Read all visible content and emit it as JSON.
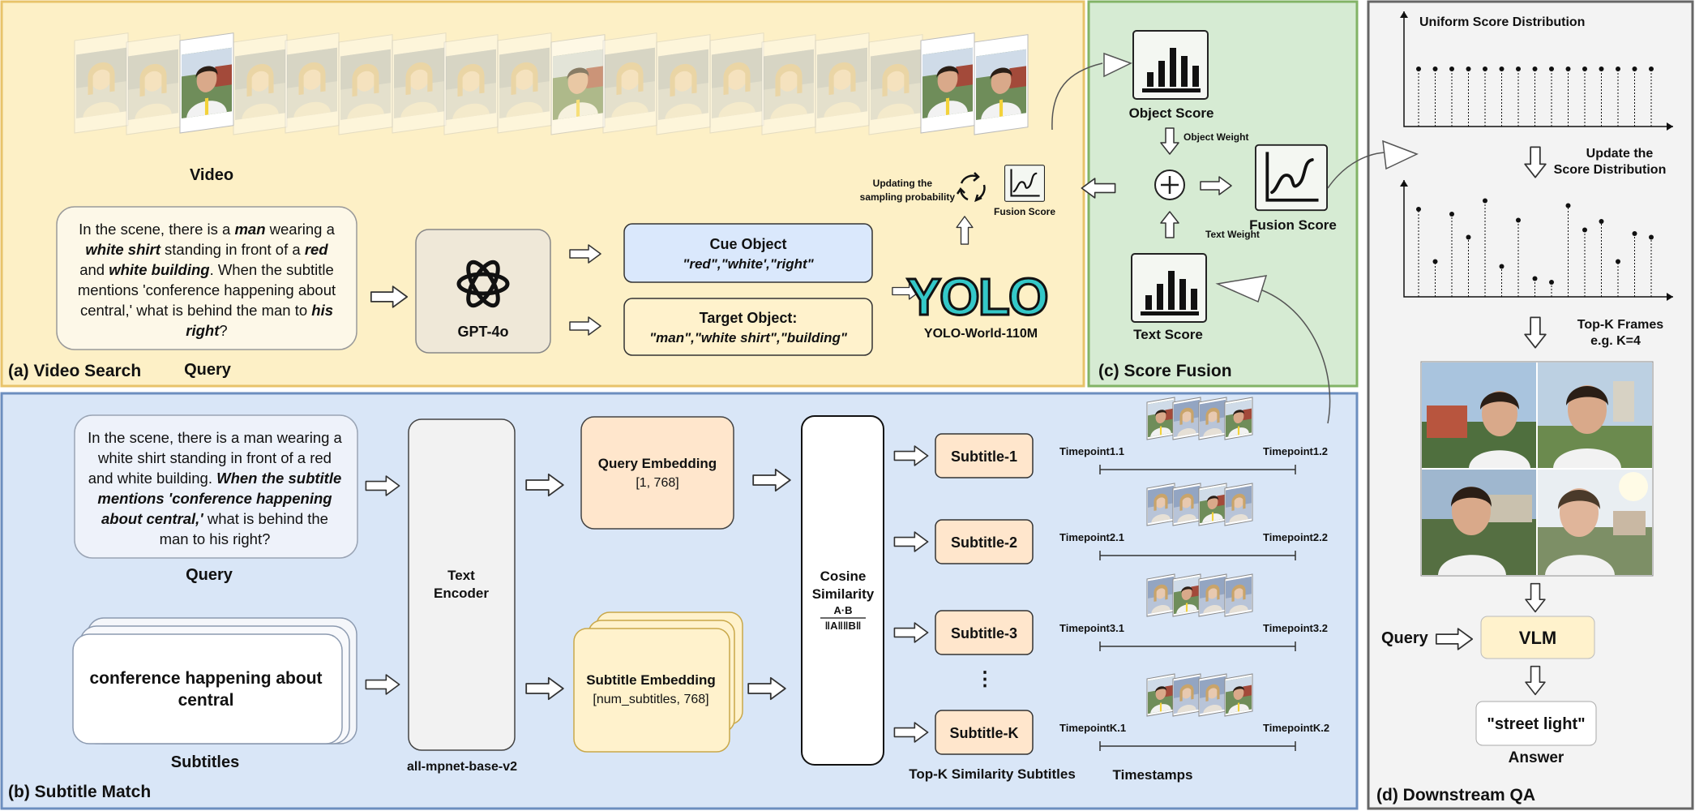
{
  "panels": {
    "a": "(a) Video Search",
    "b": "(b) Subtitle Match",
    "c": "(c) Score Fusion",
    "d": "(d) Downstream QA"
  },
  "video_search": {
    "video_label": "Video",
    "query_label": "Query",
    "query_lines": [
      [
        {
          "t": "In the scene, there is a ",
          "s": "n"
        },
        {
          "t": "man",
          "s": "bi"
        },
        {
          "t": " wearing a",
          "s": "n"
        }
      ],
      [
        {
          "t": "white shirt",
          "s": "bi"
        },
        {
          "t": " standing in front of a ",
          "s": "n"
        },
        {
          "t": "red",
          "s": "bi"
        }
      ],
      [
        {
          "t": "and ",
          "s": "n"
        },
        {
          "t": "white building",
          "s": "bi"
        },
        {
          "t": ". When the subtitle",
          "s": "n"
        }
      ],
      [
        {
          "t": "mentions 'conference happening about",
          "s": "n"
        }
      ],
      [
        {
          "t": "central,' what is behind the man to ",
          "s": "n"
        },
        {
          "t": "his",
          "s": "bi"
        }
      ],
      [
        {
          "t": "right",
          "s": "bi"
        },
        {
          "t": "?",
          "s": "n"
        }
      ]
    ],
    "gpt_label": "GPT-4o",
    "cue_object_title": "Cue Object",
    "cue_object_value": "\"red\",\"white',\"right\"",
    "target_object_title": "Target Object:",
    "target_object_value": "\"man\",\"white shirt\",\"building\"",
    "yolo_logo": "YOLO",
    "yolo_label": "YOLO-World-110M",
    "updating_line1": "Updating the",
    "updating_line2": "sampling probability",
    "fusion_score_small": "Fusion Score"
  },
  "score_fusion": {
    "object_score": "Object Score",
    "object_weight": "Object Weight",
    "text_weight": "Text Weight",
    "text_score": "Text Score",
    "fusion_score": "Fusion Score"
  },
  "subtitle_match": {
    "query_lines": [
      [
        {
          "t": "In the scene, there is a man wearing a",
          "s": "n"
        }
      ],
      [
        {
          "t": "white shirt standing in front of a red",
          "s": "n"
        }
      ],
      [
        {
          "t": "and white building. ",
          "s": "n"
        },
        {
          "t": "When the subtitle",
          "s": "bi"
        }
      ],
      [
        {
          "t": "mentions 'conference happening",
          "s": "bi"
        }
      ],
      [
        {
          "t": "about central,'",
          "s": "bi"
        },
        {
          "t": " what is behind the",
          "s": "n"
        }
      ],
      [
        {
          "t": "man to his right?",
          "s": "n"
        }
      ]
    ],
    "query_label": "Query",
    "subtitle_text_line1": "conference happening about",
    "subtitle_text_line2": "central",
    "subtitles_label": "Subtitles",
    "encoder_line1": "Text",
    "encoder_line2": "Encoder",
    "encoder_model": "all-mpnet-base-v2",
    "query_embedding_title": "Query Embedding",
    "query_embedding_shape": "[1, 768]",
    "subtitle_embedding_title": "Subtitle Embedding",
    "subtitle_embedding_shape": "[num_subtitles, 768]",
    "cosine_line1": "Cosine",
    "cosine_line2": "Similarity",
    "cosine_formula_num": "A·B",
    "cosine_formula_den": "‖A‖‖B‖",
    "subtitles": [
      {
        "label": "Subtitle-1",
        "t1": "Timepoint1.1",
        "t2": "Timepoint1.2"
      },
      {
        "label": "Subtitle-2",
        "t1": "Timepoint2.1",
        "t2": "Timepoint2.2"
      },
      {
        "label": "Subtitle-3",
        "t1": "Timepoint3.1",
        "t2": "Timepoint3.2"
      },
      {
        "label": "Subtitle-K",
        "t1": "TimepointK.1",
        "t2": "TimepointK.2"
      }
    ],
    "dots": "⋮",
    "topk_label": "Top-K Similarity Subtitles",
    "timestamps_label": "Timestamps"
  },
  "downstream": {
    "uniform_title": "Uniform Score Distribution",
    "uniform_scores": [
      1,
      1,
      1,
      1,
      1,
      1,
      1,
      1,
      1,
      1,
      1,
      1,
      1,
      1,
      1
    ],
    "update_line1": "Update the",
    "update_line2": "Score Distribution",
    "updated_scores": [
      0.72,
      0.29,
      0.68,
      0.49,
      0.79,
      0.25,
      0.63,
      0.15,
      0.12,
      0.75,
      0.55,
      0.62,
      0.29,
      0.52,
      0.49
    ],
    "topk_line1": "Top-K Frames",
    "topk_line2": "e.g. K=4",
    "query_label": "Query",
    "vlm_label": "VLM",
    "answer_value": "\"street light\"",
    "answer_label": "Answer"
  },
  "colors": {
    "panel_a_bg": "#fdf0c6",
    "panel_a_border": "#e8c36a",
    "panel_b_bg": "#d9e6f7",
    "panel_b_border": "#6c8ebf",
    "panel_c_bg": "#d6ebd3",
    "panel_c_border": "#82b366",
    "panel_d_bg": "#f3f3f3",
    "panel_d_border": "#666666",
    "cue_fill": "#dae8fc",
    "target_fill": "#fff2cc",
    "embedding_fill": "#ffe6cc",
    "subtitle_emb_fill": "#fff2cc",
    "yolo_color": "#34c8c8"
  }
}
